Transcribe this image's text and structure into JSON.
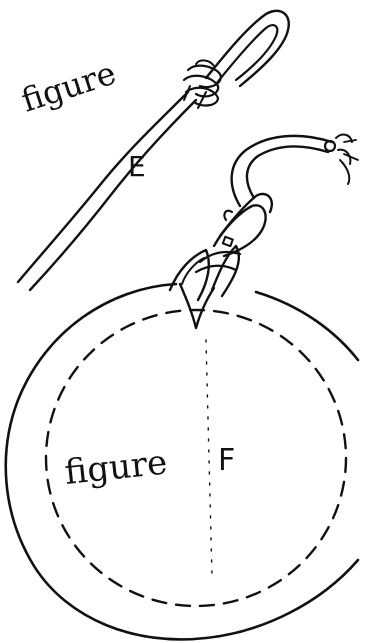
{
  "labels": {
    "figure_e_word": "figure",
    "figure_e_letter": "E",
    "figure_f_word": "figure",
    "figure_f_letter": "F"
  },
  "colors": {
    "ink": "#111111",
    "paper": "#ffffff"
  }
}
